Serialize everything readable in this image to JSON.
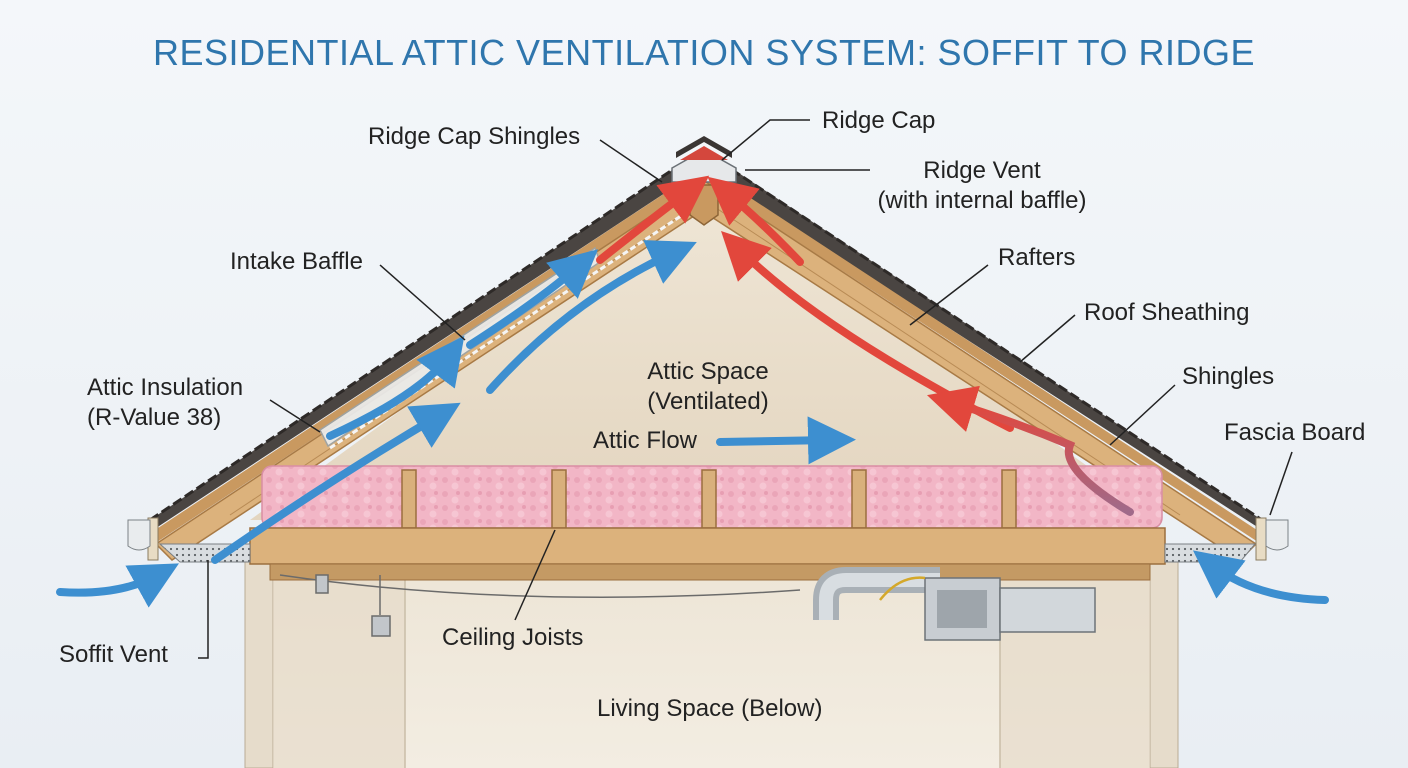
{
  "title": "RESIDENTIAL ATTIC VENTILATION SYSTEM: SOFFIT TO RIDGE",
  "labels": {
    "ridge_cap_shingles": "Ridge Cap Shingles",
    "ridge_cap": "Ridge Cap",
    "ridge_vent": "Ridge Vent",
    "ridge_vent_note": "(with internal baffle)",
    "intake_baffle": "Intake Baffle",
    "rafters": "Rafters",
    "roof_sheathing": "Roof Sheathing",
    "attic_insulation": "Attic Insulation",
    "attic_insulation_note": "(R-Value 38)",
    "attic_space": "Attic Space",
    "attic_space_note": "(Ventilated)",
    "attic_flow": "Attic Flow",
    "shingles": "Shingles",
    "fascia_board": "Fascia Board",
    "soffit_vent": "Soffit Vent",
    "ceiling_joists": "Ceiling Joists",
    "living_space": "Living Space (Below)"
  },
  "colors": {
    "title": "#2f76ad",
    "cool_air": "#3d8fd0",
    "warm_air": "#e2473c",
    "insulation": "#f2b6c6",
    "wood": "#d9b07c",
    "shingle": "#4a4542"
  }
}
